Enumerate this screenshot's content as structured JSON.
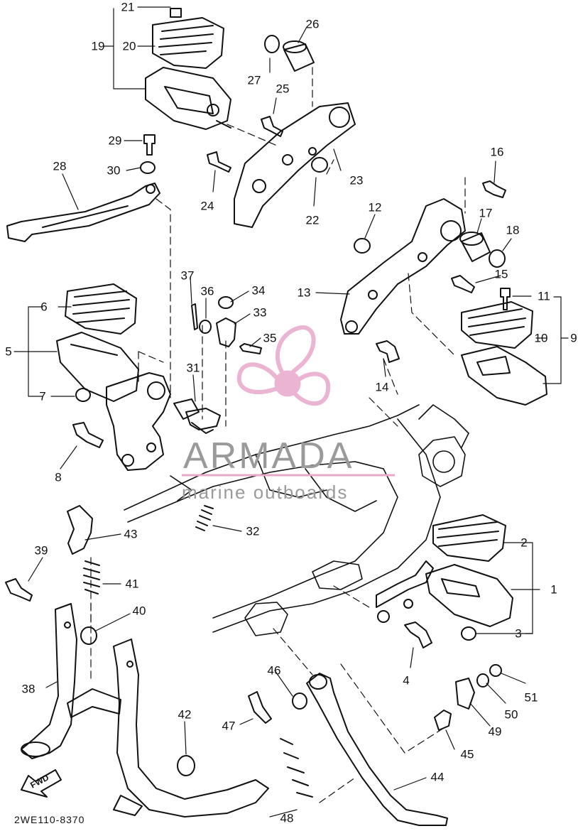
{
  "diagram": {
    "part_labels": [
      "1",
      "2",
      "3",
      "4",
      "5",
      "6",
      "7",
      "8",
      "9",
      "10",
      "11",
      "12",
      "13",
      "14",
      "15",
      "16",
      "17",
      "18",
      "19",
      "20",
      "21",
      "22",
      "23",
      "24",
      "25",
      "26",
      "27",
      "28",
      "29",
      "30",
      "31",
      "32",
      "33",
      "34",
      "35",
      "36",
      "37",
      "38",
      "39",
      "40",
      "41",
      "42",
      "43",
      "44",
      "45",
      "46",
      "47",
      "48",
      "49",
      "50",
      "51"
    ],
    "drawing_code": "2WE110-8370",
    "fwd_marker": "FWD"
  },
  "watermark": {
    "brand": "ARMADA",
    "tagline": "marine outboards",
    "colors": {
      "text": "#9a9a9a",
      "logo": "#e8a8cc"
    }
  }
}
